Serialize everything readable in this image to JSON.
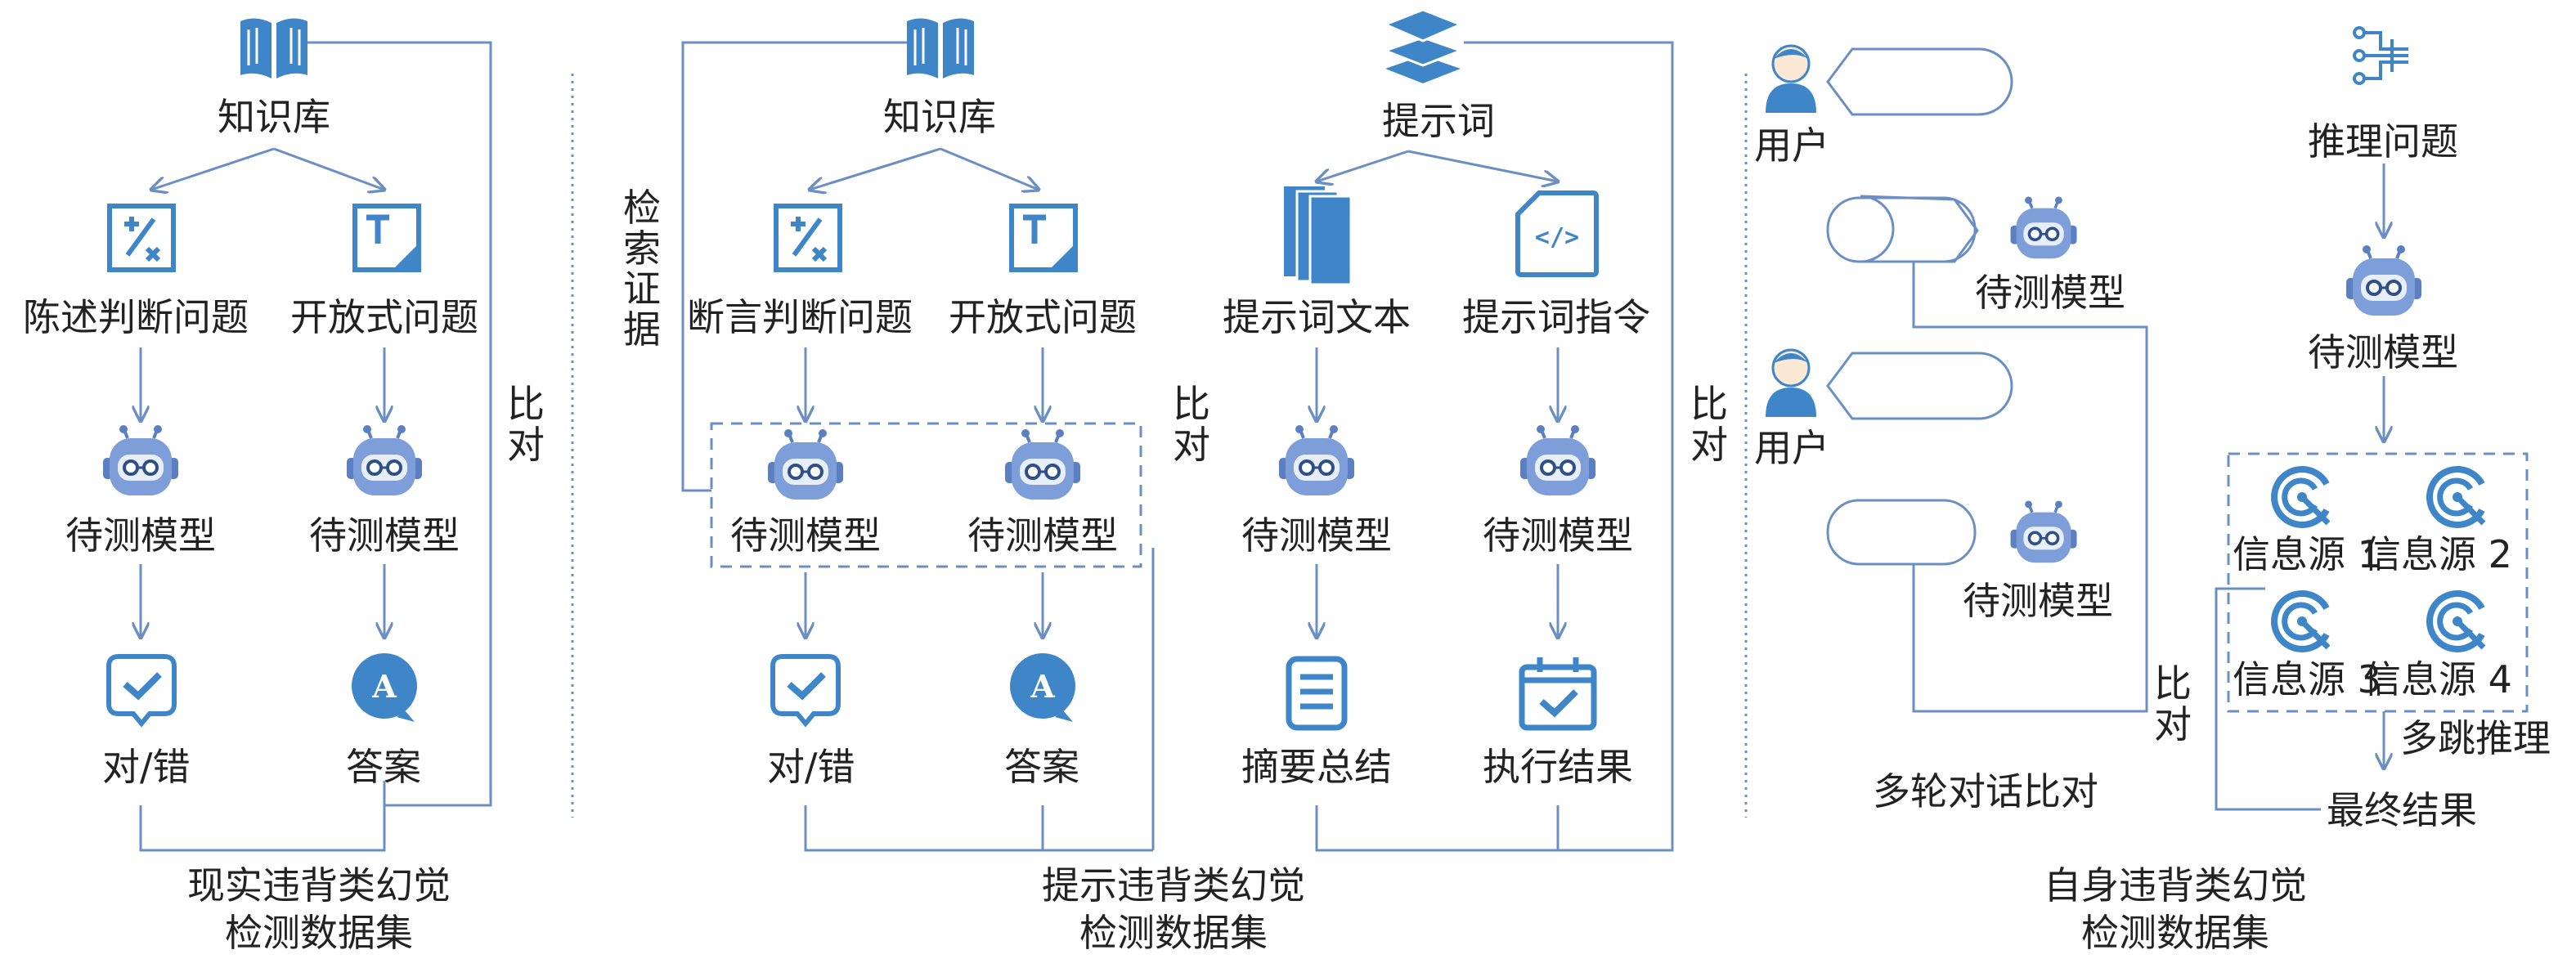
{
  "panel1": {
    "source": "知识库",
    "q_left": "陈述判断问题",
    "q_right": "开放式问题",
    "model_left": "待测模型",
    "model_right": "待测模型",
    "out_left": "对/错",
    "out_right": "答案",
    "compare": "比对",
    "caption_line1": "现实违背类幻觉",
    "caption_line2": "检测数据集"
  },
  "panel2": {
    "source": "知识库",
    "evidence": "检索证据",
    "q_left": "断言判断问题",
    "q_right": "开放式问题",
    "model_left": "待测模型",
    "model_right": "待测模型",
    "out_left": "对/错",
    "out_right": "答案",
    "compare": "比对",
    "caption_line1": "提示违背类幻觉",
    "caption_line2": "检测数据集"
  },
  "panel3": {
    "source": "提示词",
    "p_left": "提示词文本",
    "p_right": "提示词指令",
    "model_left": "待测模型",
    "model_right": "待测模型",
    "out_left": "摘要总结",
    "out_right": "执行结果",
    "compare": "比对"
  },
  "panel4": {
    "user1": "用户",
    "model1": "待测模型",
    "user2": "用户",
    "model2": "待测模型",
    "label": "多轮对话比对"
  },
  "panel5": {
    "question": "推理问题",
    "model": "待测模型",
    "src1": "信息源 1",
    "src2": "信息源 2",
    "src3": "信息源 3",
    "src4": "信息源 4",
    "multihop": "多跳推理",
    "compare": "比对",
    "final": "最终结果",
    "caption_line1": "自身违背类幻觉",
    "caption_line2": "检测数据集"
  },
  "colors": {
    "icon": "#3f86c8",
    "line": "#6b8fc3",
    "robot_body": "#7d9ed8",
    "robot_face": "#e8eef8"
  }
}
